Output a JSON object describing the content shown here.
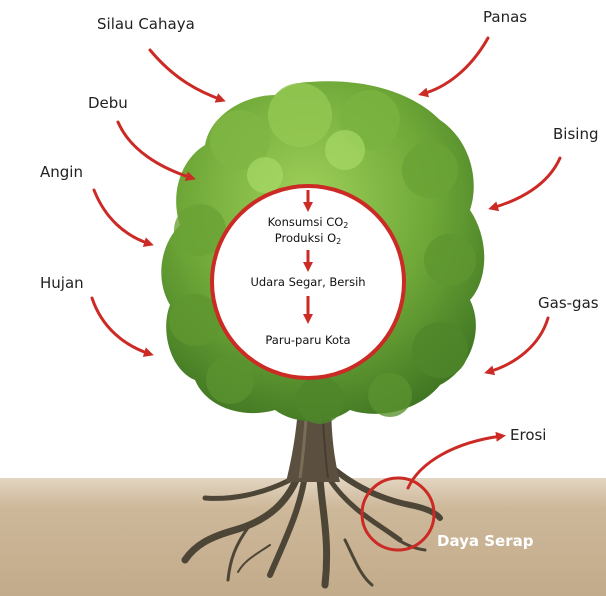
{
  "labels": {
    "silau_cahaya": "Silau Cahaya",
    "panas": "Panas",
    "debu": "Debu",
    "bising": "Bising",
    "angin": "Angin",
    "hujan": "Hujan",
    "gas_gas": "Gas-gas",
    "erosi": "Erosi",
    "daya_serap": "Daya Serap"
  },
  "center": {
    "line1_text": "Konsumsi CO",
    "line1_sub": "2",
    "line2_text": "Produksi O",
    "line2_sub": "2",
    "line3": "Udara Segar, Bersih",
    "line4": "Paru-paru Kota"
  },
  "colors": {
    "arrow": "#cc2a24",
    "foliage_dark": "#3f7a22",
    "foliage_light": "#8cc44a",
    "soil": "#cdb89a",
    "trunk": "#5b5040"
  }
}
